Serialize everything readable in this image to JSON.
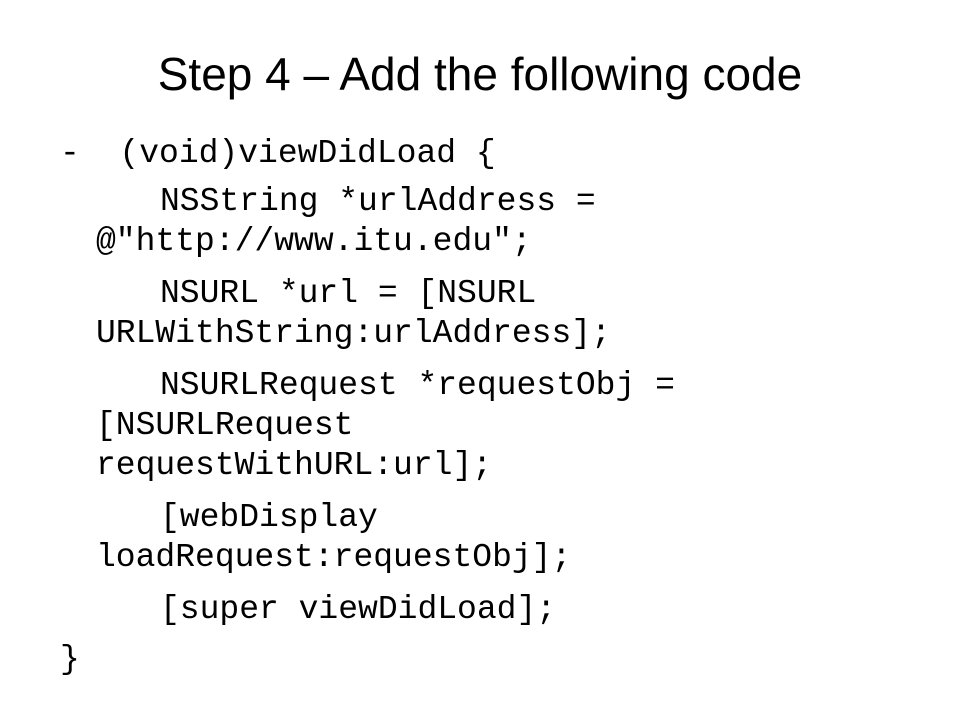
{
  "slide": {
    "title": "Step 4 – Add the following code",
    "code_lines": [
      "-  (void)viewDidLoad {",
      "NSString *urlAddress =",
      "@\"http://www.itu.edu\";",
      "NSURL *url = [NSURL",
      "URLWithString:urlAddress];",
      "NSURLRequest *requestObj =",
      "[NSURLRequest",
      "requestWithURL:url];",
      "[webDisplay",
      "loadRequest:requestObj];",
      "[super viewDidLoad];",
      "}"
    ]
  }
}
